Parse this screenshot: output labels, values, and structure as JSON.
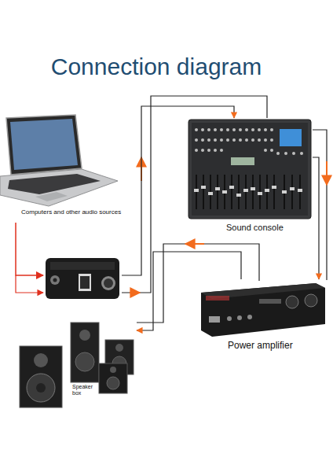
{
  "diagram": {
    "title": "Connection diagram",
    "nodes": [
      {
        "text": [
          "Computers and other audio sources"
        ]
      },
      {
        "text": [
          "Sound console"
        ]
      },
      {
        "text": []
      },
      {
        "text": [
          "Power amplifier"
        ]
      },
      {
        "text": [
          "Speaker box"
        ]
      }
    ],
    "edges": [
      {
        "from": 0,
        "to": 2,
        "arrow": "to"
      },
      {
        "from": 2,
        "to": 1,
        "arrow": "to"
      },
      {
        "from": 1,
        "to": 3,
        "arrow": "to"
      },
      {
        "from": 3,
        "to": 4,
        "arrow": "to"
      }
    ]
  }
}
